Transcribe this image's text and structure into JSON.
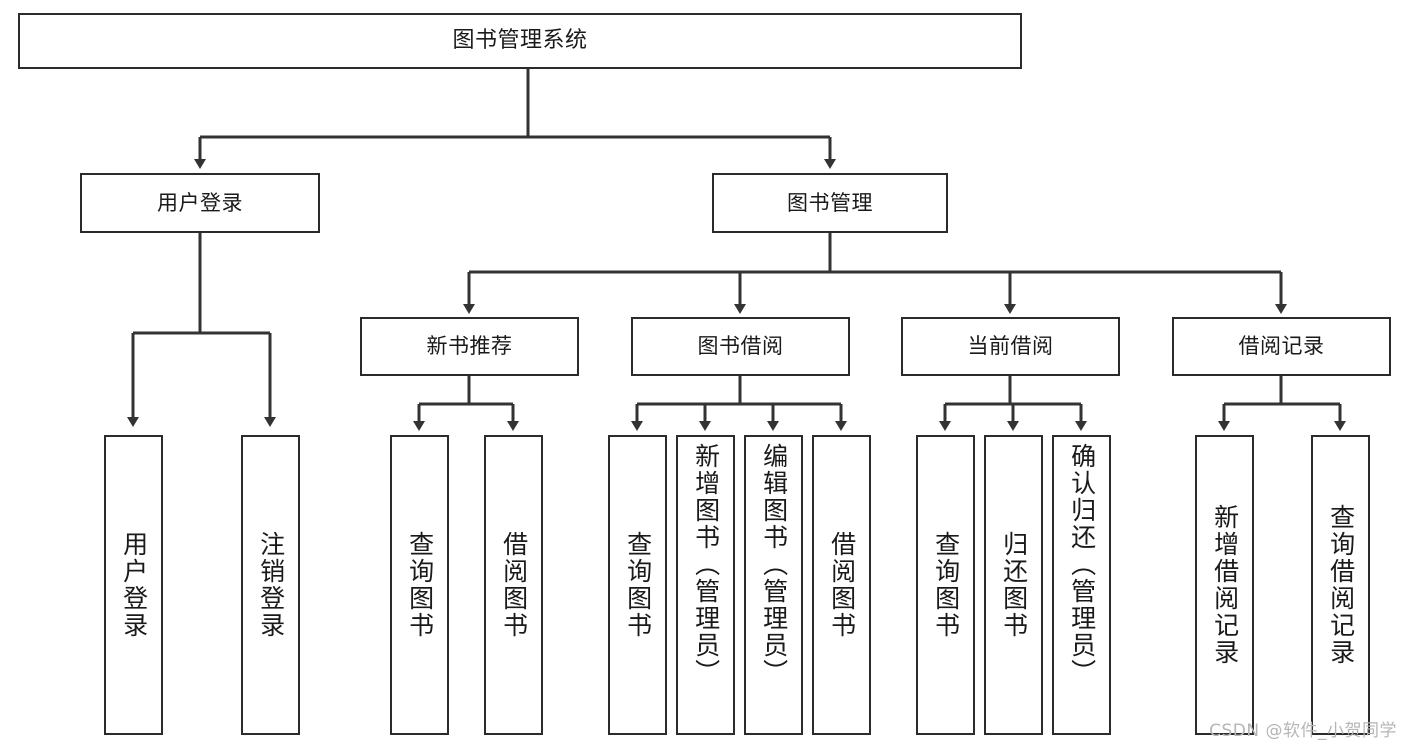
{
  "diagram": {
    "title": "图书管理系统",
    "type": "tree",
    "watermark": "CSDN @软件_小贺同学",
    "colors": {
      "border": "#2b2b2b",
      "connector": "#333333",
      "background": "#ffffff",
      "text": "#1a1a1a",
      "watermark": "#b6b6b6"
    },
    "root": {
      "label": "图书管理系统"
    },
    "level2": [
      {
        "label": "用户登录"
      },
      {
        "label": "图书管理"
      }
    ],
    "level3": [
      {
        "label": "新书推荐"
      },
      {
        "label": "图书借阅"
      },
      {
        "label": "当前借阅"
      },
      {
        "label": "借阅记录"
      }
    ],
    "leaves": {
      "user_login": [
        {
          "label": "用户登录"
        },
        {
          "label": "注销登录"
        }
      ],
      "new_book_recommend": [
        {
          "label": "查询图书"
        },
        {
          "label": "借阅图书"
        }
      ],
      "book_borrow": [
        {
          "label": "查询图书"
        },
        {
          "label": "新增图书（管理员）"
        },
        {
          "label": "编辑图书（管理员）"
        },
        {
          "label": "借阅图书"
        }
      ],
      "current_borrow": [
        {
          "label": "查询图书"
        },
        {
          "label": "归还图书"
        },
        {
          "label": "确认归还（管理员）"
        }
      ],
      "borrow_record": [
        {
          "label": "新增借阅记录"
        },
        {
          "label": "查询借阅记录"
        }
      ]
    }
  }
}
